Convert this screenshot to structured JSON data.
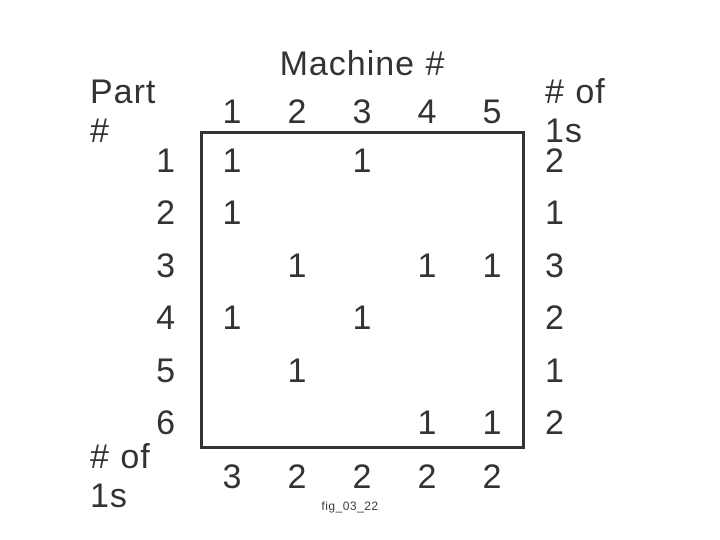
{
  "figure": {
    "title": "Machine #",
    "part_axis_label": "Part #",
    "count_col_label": "# of 1s",
    "count_row_label": "# of 1s",
    "caption": "fig_03_22",
    "text_color": "#333333",
    "border_color": "#333333",
    "background_color": "#ffffff"
  },
  "matrix": {
    "machine_headers": [
      "1",
      "2",
      "3",
      "4",
      "5"
    ],
    "rows": [
      {
        "part": "1",
        "cells": [
          "1",
          "",
          "1",
          "",
          ""
        ],
        "count": "2"
      },
      {
        "part": "2",
        "cells": [
          "1",
          "",
          "",
          "",
          ""
        ],
        "count": "1"
      },
      {
        "part": "3",
        "cells": [
          "",
          "1",
          "",
          "1",
          "1"
        ],
        "count": "3"
      },
      {
        "part": "4",
        "cells": [
          "1",
          "",
          "1",
          "",
          ""
        ],
        "count": "2"
      },
      {
        "part": "5",
        "cells": [
          "",
          "1",
          "",
          "",
          ""
        ],
        "count": "1"
      },
      {
        "part": "6",
        "cells": [
          "",
          "",
          "",
          "1",
          "1"
        ],
        "count": "2"
      }
    ],
    "column_counts": [
      "3",
      "2",
      "2",
      "2",
      "2"
    ]
  },
  "chart_data": {
    "type": "table",
    "title": "Machine #",
    "row_header": "Part #",
    "count_label": "# of 1s",
    "machines": [
      1,
      2,
      3,
      4,
      5
    ],
    "parts": [
      1,
      2,
      3,
      4,
      5,
      6
    ],
    "incidence": [
      [
        1,
        0,
        1,
        0,
        0
      ],
      [
        1,
        0,
        0,
        0,
        0
      ],
      [
        0,
        1,
        0,
        1,
        1
      ],
      [
        1,
        0,
        1,
        0,
        0
      ],
      [
        0,
        1,
        0,
        0,
        0
      ],
      [
        0,
        0,
        0,
        1,
        1
      ]
    ],
    "row_counts": [
      2,
      1,
      3,
      2,
      1,
      2
    ],
    "column_counts": [
      3,
      2,
      2,
      2,
      2
    ],
    "caption": "fig_03_22"
  }
}
